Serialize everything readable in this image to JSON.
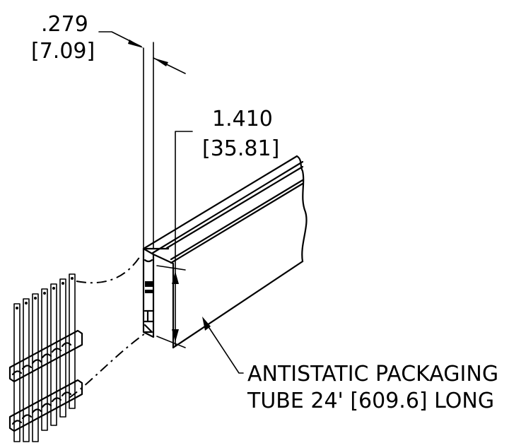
{
  "dimensions": {
    "width": {
      "inch": ".279",
      "mm": "[7.09]"
    },
    "height": {
      "inch": "1.410",
      "mm": "[35.81]"
    }
  },
  "callout": {
    "line1": "ANTISTATIC PACKAGING",
    "line2": "TUBE 24' [609.6] LONG"
  }
}
